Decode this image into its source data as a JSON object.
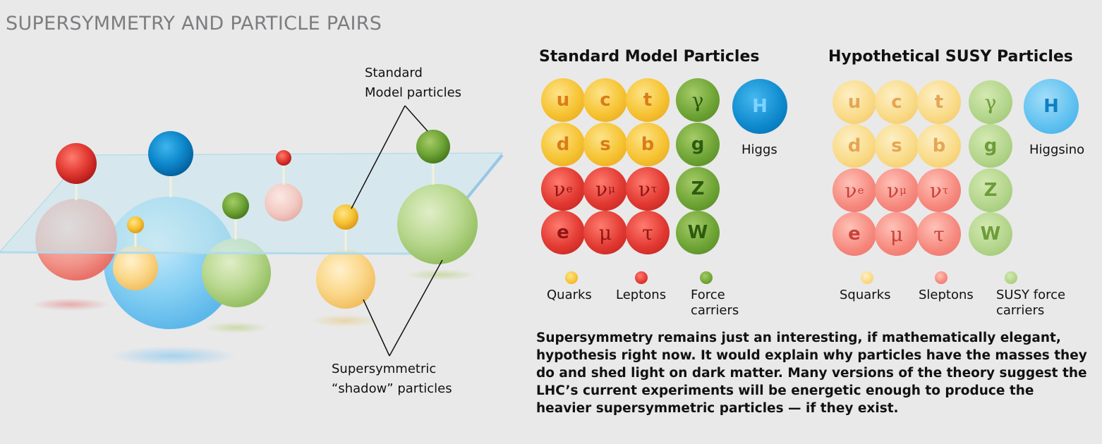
{
  "title": "SUPERSYMMETRY AND PARTICLE PAIRS",
  "diagram": {
    "label_standard": [
      "Standard",
      "Model particles"
    ],
    "label_shadow": [
      "Supersymmetric",
      "“shadow” particles"
    ]
  },
  "standard_model": {
    "title": "Standard Model Particles",
    "higgs_symbol": "H",
    "higgs_label": "Higgs",
    "quarks": [
      "u",
      "c",
      "t",
      "d",
      "s",
      "b"
    ],
    "force_carriers": [
      "γ",
      "g",
      "Z",
      "W"
    ],
    "leptons": [
      "ν",
      "ν",
      "ν",
      "e",
      "μ",
      "τ"
    ],
    "neutrino_subscripts": [
      "e",
      "μ",
      "τ"
    ],
    "legend": [
      "Quarks",
      "Leptons",
      "Force carriers"
    ]
  },
  "susy": {
    "title": "Hypothetical SUSY Particles",
    "higgs_symbol": "H",
    "higgs_label": "Higgsino",
    "legend": [
      "Squarks",
      "Sleptons",
      "SUSY force carriers"
    ]
  },
  "caption": "Supersymmetry remains just an interesting, if mathematically elegant, hypothesis right now. It would explain why particles have the masses they do and shed light on dark matter. Many versions of the theory suggest the LHC’s current experiments will be energetic enough to produce the heavier supersymmetric particles — if they exist.",
  "colors": {
    "quark": "#f6c332",
    "lepton": "#e23a32",
    "force": "#6fa536",
    "higgs": "#0d88cc",
    "background": "#e9e9ea"
  }
}
